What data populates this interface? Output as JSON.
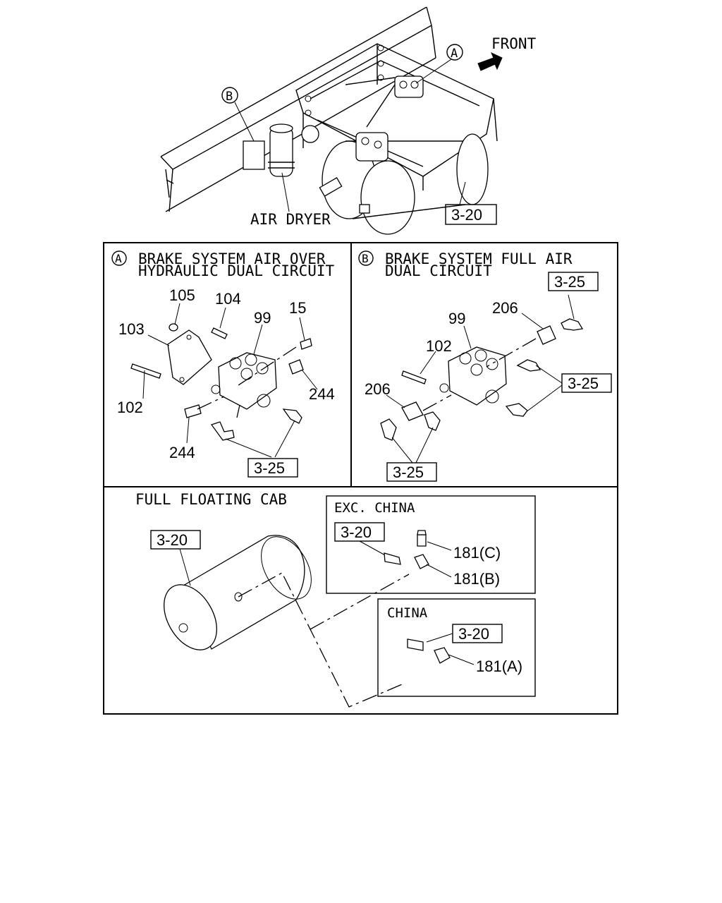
{
  "overview": {
    "front_label": "FRONT",
    "callout_a": "A",
    "callout_b": "B",
    "air_dryer_label": "AIR DRYER",
    "ref_3_20": "3-20"
  },
  "panel_a": {
    "marker": "A",
    "title_line1": "BRAKE SYSTEM AIR OVER",
    "title_line2": "HYDRAULIC DUAL CIRCUIT",
    "parts": {
      "p105": "105",
      "p104": "104",
      "p15": "15",
      "p103": "103",
      "p99": "99",
      "p244_right": "244",
      "p102": "102",
      "p244_bottom": "244"
    },
    "ref_3_25": "3-25"
  },
  "panel_b": {
    "marker": "B",
    "title_line1": "BRAKE SYSTEM FULL AIR",
    "title_line2": "DUAL CIRCUIT",
    "parts": {
      "p206_top": "206",
      "p99": "99",
      "p102": "102",
      "p206_left": "206"
    },
    "ref_3_25_top": "3-25",
    "ref_3_25_right": "3-25",
    "ref_3_25_bottom": "3-25"
  },
  "panel_c": {
    "title": "FULL FLOATING CAB",
    "ref_tank": "3-20",
    "exc_china": {
      "title": "EXC. CHINA",
      "ref": "3-20",
      "p181c": "181(C)",
      "p181b": "181(B)"
    },
    "china": {
      "title": "CHINA",
      "ref": "3-20",
      "p181a": "181(A)"
    }
  }
}
